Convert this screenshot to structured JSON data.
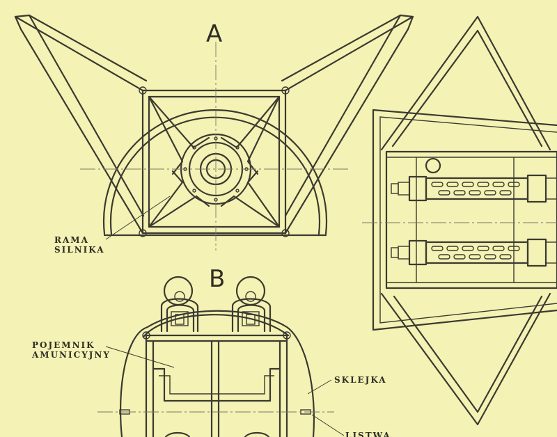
{
  "views": {
    "front": {
      "letter": "A"
    },
    "rear": {
      "letter": "B"
    }
  },
  "labels": {
    "engine_frame_line1": "RAMA",
    "engine_frame_line2": "SILNIKA",
    "ammo_box_line1": "POJEMNIK",
    "ammo_box_line2": "AMUNICYJNY",
    "plywood": "SKLEJKA",
    "strip": "LISTWA"
  },
  "colors": {
    "paper": "#f4f2b4",
    "ink": "#3b3a30"
  }
}
